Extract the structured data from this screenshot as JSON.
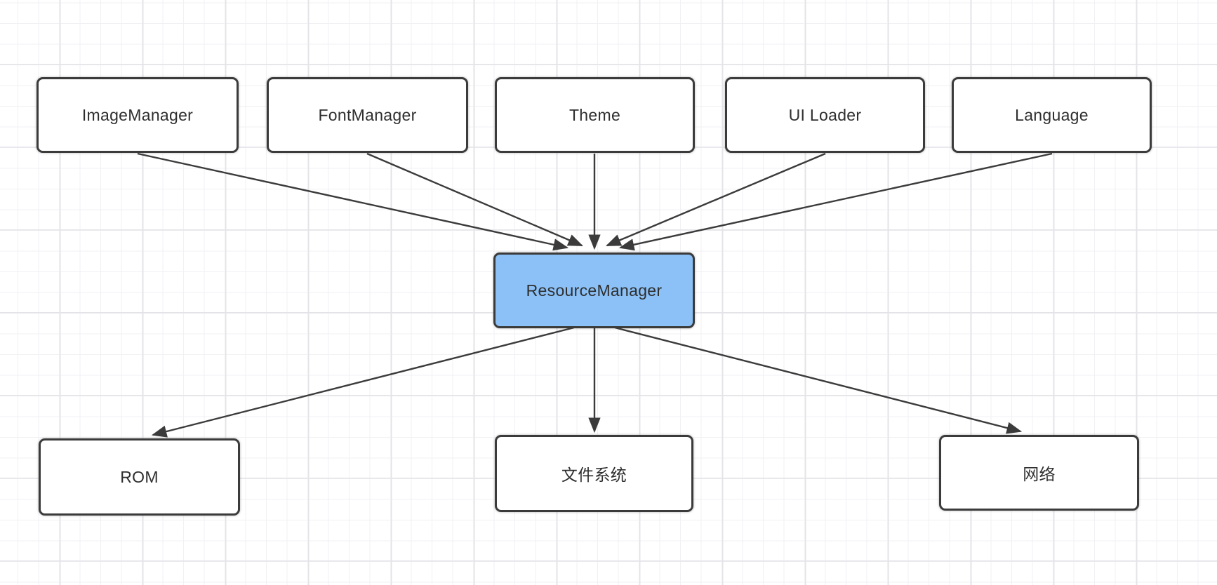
{
  "diagram": {
    "nodes": {
      "image_manager": {
        "label": "ImageManager"
      },
      "font_manager": {
        "label": "FontManager"
      },
      "theme": {
        "label": "Theme"
      },
      "ui_loader": {
        "label": "UI Loader"
      },
      "language": {
        "label": "Language"
      },
      "resource_manager": {
        "label": "ResourceManager"
      },
      "rom": {
        "label": "ROM"
      },
      "file_system": {
        "label": "文件系统"
      },
      "network": {
        "label": "网络"
      }
    },
    "edges": [
      {
        "from": "ImageManager",
        "to": "ResourceManager"
      },
      {
        "from": "FontManager",
        "to": "ResourceManager"
      },
      {
        "from": "Theme",
        "to": "ResourceManager"
      },
      {
        "from": "UI Loader",
        "to": "ResourceManager"
      },
      {
        "from": "Language",
        "to": "ResourceManager"
      },
      {
        "from": "ResourceManager",
        "to": "ROM"
      },
      {
        "from": "ResourceManager",
        "to": "文件系统"
      },
      {
        "from": "ResourceManager",
        "to": "网络"
      }
    ],
    "colors": {
      "node_fill": "#ffffff",
      "highlight_fill": "#8bc1f7",
      "node_border": "#3b3b3b",
      "edge_color": "#3b3b3b",
      "text_color": "#2e2e2e",
      "grid_minor": "#f1f1f4",
      "grid_major": "#e4e4e8",
      "background": "#ffffff"
    }
  }
}
